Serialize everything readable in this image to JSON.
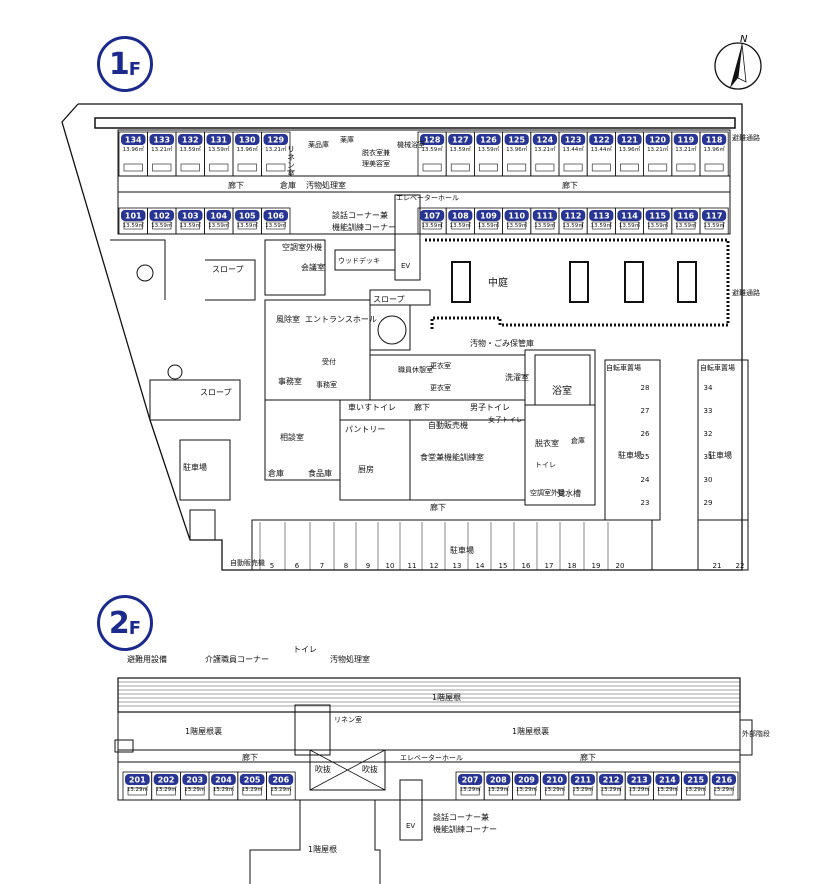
{
  "floors": {
    "f1": {
      "num": "1",
      "suffix": "F"
    },
    "f2": {
      "num": "2",
      "suffix": "F"
    }
  },
  "compass": {
    "north": "N"
  },
  "f1_rooms_top_left": [
    {
      "no": "134",
      "area": "13.96㎡"
    },
    {
      "no": "133",
      "area": "13.21㎡"
    },
    {
      "no": "132",
      "area": "13.59㎡"
    },
    {
      "no": "131",
      "area": "13.59㎡"
    },
    {
      "no": "130",
      "area": "13.96㎡"
    },
    {
      "no": "129",
      "area": "13.21㎡"
    }
  ],
  "f1_rooms_top_right": [
    {
      "no": "128",
      "area": "13.59㎡"
    },
    {
      "no": "127",
      "area": "13.59㎡"
    },
    {
      "no": "126",
      "area": "13.59㎡"
    },
    {
      "no": "125",
      "area": "13.96㎡"
    },
    {
      "no": "124",
      "area": "13.21㎡"
    },
    {
      "no": "123",
      "area": "13.44㎡"
    },
    {
      "no": "122",
      "area": "13.44㎡"
    },
    {
      "no": "121",
      "area": "13.96㎡"
    },
    {
      "no": "120",
      "area": "13.21㎡"
    },
    {
      "no": "119",
      "area": "13.21㎡"
    },
    {
      "no": "118",
      "area": "13.96㎡"
    }
  ],
  "f1_rooms_bottom_left": [
    {
      "no": "101",
      "area": "13.59㎡"
    },
    {
      "no": "102",
      "area": "13.59㎡"
    },
    {
      "no": "103",
      "area": "13.59㎡"
    },
    {
      "no": "104",
      "area": "13.59㎡"
    },
    {
      "no": "105",
      "area": "13.59㎡"
    },
    {
      "no": "106",
      "area": "13.59㎡"
    }
  ],
  "f1_rooms_bottom_right": [
    {
      "no": "107",
      "area": "13.59㎡"
    },
    {
      "no": "108",
      "area": "13.59㎡"
    },
    {
      "no": "109",
      "area": "13.59㎡"
    },
    {
      "no": "110",
      "area": "13.59㎡"
    },
    {
      "no": "111",
      "area": "13.59㎡"
    },
    {
      "no": "112",
      "area": "13.59㎡"
    },
    {
      "no": "113",
      "area": "13.59㎡"
    },
    {
      "no": "114",
      "area": "13.59㎡"
    },
    {
      "no": "115",
      "area": "13.59㎡"
    },
    {
      "no": "116",
      "area": "13.59㎡"
    },
    {
      "no": "117",
      "area": "13.59㎡"
    }
  ],
  "f2_rooms_left": [
    {
      "no": "201",
      "area": "13.29㎡"
    },
    {
      "no": "202",
      "area": "13.29㎡"
    },
    {
      "no": "203",
      "area": "13.29㎡"
    },
    {
      "no": "204",
      "area": "13.29㎡"
    },
    {
      "no": "205",
      "area": "13.29㎡"
    },
    {
      "no": "206",
      "area": "13.29㎡"
    }
  ],
  "f2_rooms_right": [
    {
      "no": "207",
      "area": "13.29㎡"
    },
    {
      "no": "208",
      "area": "13.29㎡"
    },
    {
      "no": "209",
      "area": "13.29㎡"
    },
    {
      "no": "210",
      "area": "13.29㎡"
    },
    {
      "no": "211",
      "area": "13.29㎡"
    },
    {
      "no": "212",
      "area": "13.29㎡"
    },
    {
      "no": "213",
      "area": "13.29㎡"
    },
    {
      "no": "214",
      "area": "13.29㎡"
    },
    {
      "no": "215",
      "area": "13.29㎡"
    },
    {
      "no": "216",
      "area": "13.29㎡"
    }
  ],
  "labels1": {
    "linen": "リネン室",
    "medicine": "薬品庫",
    "storage1": "薬庫",
    "dressing": "脱衣室兼",
    "barber": "理美容室",
    "machine_bath": "機械浴室",
    "corridor_left": "廊下",
    "storage_left": "倉庫",
    "soiled": "汚物処理室",
    "corridor_right": "廊下",
    "talk_corner": "談話コーナー兼",
    "training_corner": "機能訓練コーナー",
    "elevator_hall": "エレベーターホール",
    "ev": "EV",
    "wood_deck": "ウッドデッキ",
    "courtyard": "中庭",
    "slope1": "スロープ",
    "slope2": "スロープ",
    "aircon": "空調室外機",
    "meeting": "会議室",
    "windbreak": "風除室",
    "entrance": "エントランスホール",
    "garbage": "汚物・ごみ保管庫",
    "office": "事務室",
    "reception": "受付",
    "office2": "事務室",
    "staff": "職員休憩室",
    "locker1": "更衣室",
    "locker2": "更衣室",
    "laundry": "洗濯室",
    "bath": "浴室",
    "wheelchair_toilet": "車いすトイレ",
    "corridor_mid": "廊下",
    "mens_toilet": "男子トイレ",
    "ladies_toilet": "女子トイレ",
    "consult": "相談室",
    "pantry": "パントリー",
    "vending": "自動販売機",
    "dress2": "脱衣室",
    "storage": "倉庫",
    "toilet": "トイレ",
    "storage_bottom": "倉庫",
    "food_storage": "食品庫",
    "kitchen": "厨房",
    "dining": "食堂兼機能訓練室",
    "aircon2": "空調室外機",
    "water_tank": "受水槽",
    "corridor_bottom": "廊下",
    "parking_main": "駐車場",
    "parking_left": "駐車場",
    "parking_right1": "駐車場",
    "parking_right2": "駐車場",
    "bicycle1": "自転車置場",
    "bicycle2": "自転車置場",
    "evac1": "避難通路",
    "evac2": "避難通路",
    "vending_bottom": "自動販売機",
    "slope_left": "スロープ",
    "storage_w": "倉庫"
  },
  "parking_numbers": [
    "5",
    "6",
    "7",
    "8",
    "9",
    "10",
    "11",
    "12",
    "13",
    "14",
    "15",
    "16",
    "17",
    "18",
    "19",
    "20",
    "21",
    "22"
  ],
  "parking_right_a": [
    "28",
    "27",
    "26",
    "25",
    "24",
    "23"
  ],
  "parking_right_b": [
    "34",
    "33",
    "32",
    "31",
    "30",
    "29"
  ],
  "labels2": {
    "evac_equipment": "避難用設備",
    "care_corner": "介護職員コーナー",
    "toilet": "トイレ",
    "soiled": "汚物処理室",
    "roof_top": "1階屋根",
    "attic_left": "1階屋根裏",
    "attic_right": "1階屋根裏",
    "linen": "リネン室",
    "corridor_left": "廊下",
    "corridor_right": "廊下",
    "stairs": "外部階段",
    "void1": "吹抜",
    "void2": "吹抜",
    "elevator_hall": "エレベーターホール",
    "ev": "EV",
    "talk1": "談話コーナー兼",
    "talk2": "機能訓練コーナー",
    "roof_bottom": "1階屋根"
  }
}
